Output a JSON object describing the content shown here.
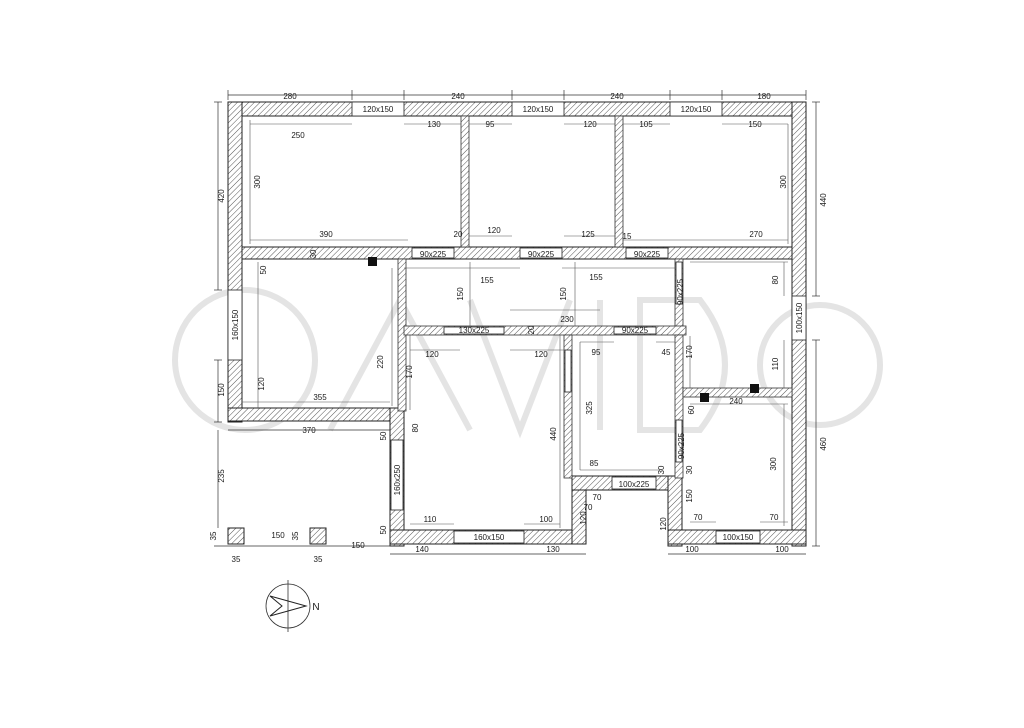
{
  "labels": {
    "top": [
      "280",
      "240",
      "240",
      "180"
    ],
    "top_windows": [
      "120x150",
      "120x150",
      "120x150"
    ],
    "right": [
      "440",
      "100x150",
      "460"
    ],
    "left": [
      "420",
      "160x150",
      "150",
      "235"
    ],
    "bottom": [
      "140",
      "160x150",
      "130",
      "100",
      "100x150",
      "100"
    ],
    "piers": [
      "35",
      "150",
      "35",
      "150",
      "35",
      "35"
    ],
    "room1": [
      "250",
      "300",
      "390",
      "30"
    ],
    "room2": [
      "130",
      "95",
      "20",
      "120"
    ],
    "room3": [
      "120",
      "105",
      "125",
      "15"
    ],
    "room4": [
      "150",
      "300",
      "270"
    ],
    "doors_row": [
      "90x225",
      "90x225",
      "90x225",
      "155",
      "155",
      "150",
      "150",
      "90x225",
      "80"
    ],
    "left_room": [
      "50",
      "220",
      "120",
      "355",
      "370",
      "50",
      "160x250",
      "80",
      "50",
      "170",
      "120"
    ],
    "mid_row": [
      "130x225",
      "20",
      "230",
      "90x225",
      "95",
      "45",
      "170",
      "120",
      "110",
      "60",
      "240",
      "90x225"
    ],
    "center": [
      "440",
      "325",
      "85",
      "110",
      "100",
      "70",
      "100x225",
      "70",
      "120",
      "30",
      "30"
    ],
    "right_room": [
      "150",
      "300",
      "120",
      "70",
      "70"
    ],
    "compass": "N"
  }
}
